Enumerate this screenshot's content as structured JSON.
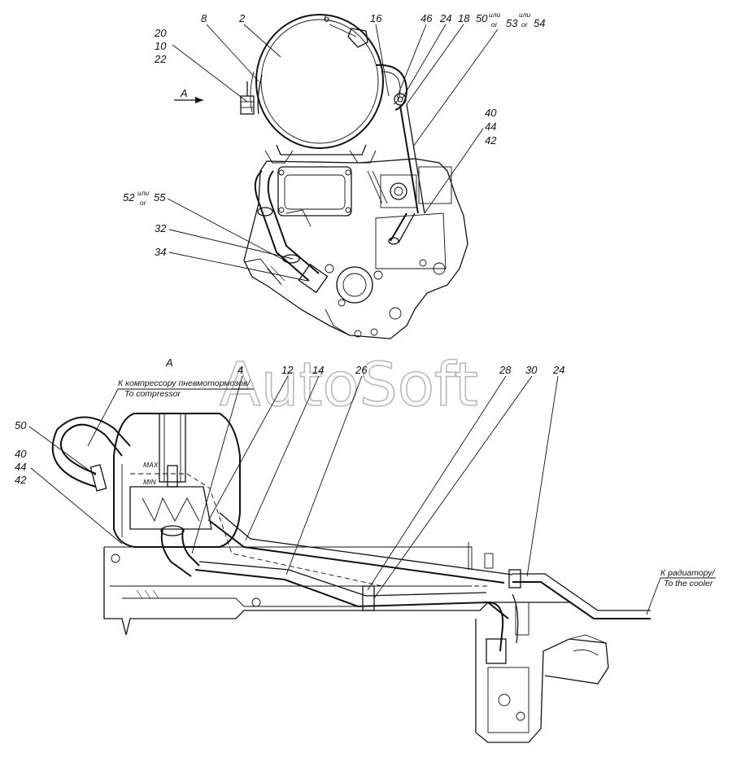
{
  "view_marker": "A",
  "watermark": "AutoSoft",
  "top_labels": {
    "l20": "20",
    "l10": "10",
    "l22": "22",
    "l8": "8",
    "l2": "2",
    "l6": "6",
    "l16": "16",
    "l46": "46",
    "l24": "24",
    "l18": "18",
    "l50": "50",
    "l53": "53",
    "l54": "54",
    "ili": "или",
    "or": "or",
    "l40": "40",
    "l44": "44",
    "l42": "42",
    "l52": "52",
    "l55": "55",
    "l32": "32",
    "l34": "34",
    "arrow_a": "A"
  },
  "bottom_labels": {
    "l4": "4",
    "l12": "12",
    "l14": "14",
    "l26": "26",
    "l28": "28",
    "l30": "30",
    "l24": "24",
    "l50": "50",
    "l40": "40",
    "l44": "44",
    "l42": "42"
  },
  "notes": {
    "compressor_ru": "К компрессору пневмотормозов/",
    "compressor_en": "To compressor",
    "cooler_ru": "К радиатору/",
    "cooler_en": "To the cooler",
    "tank_max": "MAX",
    "tank_min": "MIN"
  }
}
